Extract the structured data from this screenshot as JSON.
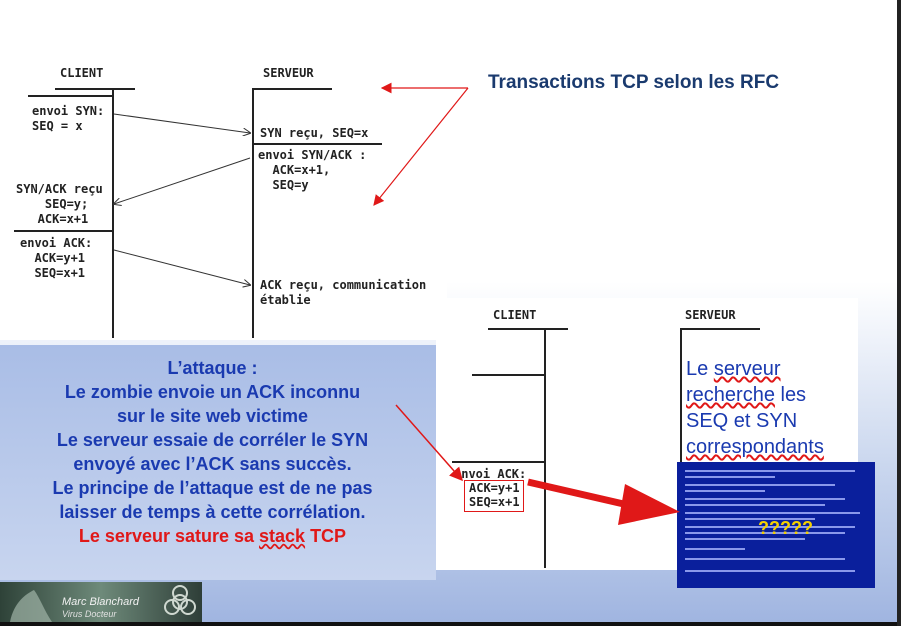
{
  "title": "Transactions TCP selon les RFC",
  "top_diagram": {
    "client_label": "CLIENT",
    "server_label": "SERVEUR",
    "client_syn": "envoi SYN:\nSEQ = x",
    "server_syn_recv": "SYN reçu, SEQ=x",
    "server_synack": "envoi SYN/ACK :\n  ACK=x+1,\n  SEQ=y",
    "client_synack_recv": "SYN/ACK reçu\n    SEQ=y;\n   ACK=x+1",
    "client_ack": "envoi ACK:\n  ACK=y+1\n  SEQ=x+1",
    "server_ack_recv": "ACK reçu, communication\nétablie"
  },
  "bottom_diagram": {
    "client_label": "CLIENT",
    "server_label": "SERVEUR",
    "client_ack": "envoi ACK:",
    "ack_value": "ACK=y+1",
    "seq_value": "SEQ=x+1"
  },
  "attack": {
    "heading": "L’attaque :",
    "line1": "Le zombie envoie un ACK inconnu",
    "line2": "sur le site web victime",
    "line3": "Le serveur essaie de corréler le SYN",
    "line4": "envoyé avec l’ACK sans succès.",
    "line5": "Le principe de l’attaque est de ne pas",
    "line6": "laisser de temps à cette corrélation.",
    "line7_prefix": "Le serveur sature sa ",
    "line7_word": "stack",
    "line7_suffix": " TCP"
  },
  "server_note": {
    "w1": "Le ",
    "w2": "serveur",
    "w3": "recherche",
    "w4": " les",
    "w5": "SEQ et SYN",
    "w6": "correspondants"
  },
  "bsod_marks": "?????",
  "logo": {
    "name": "Marc Blanchard",
    "sub": "Virus Docteur"
  }
}
